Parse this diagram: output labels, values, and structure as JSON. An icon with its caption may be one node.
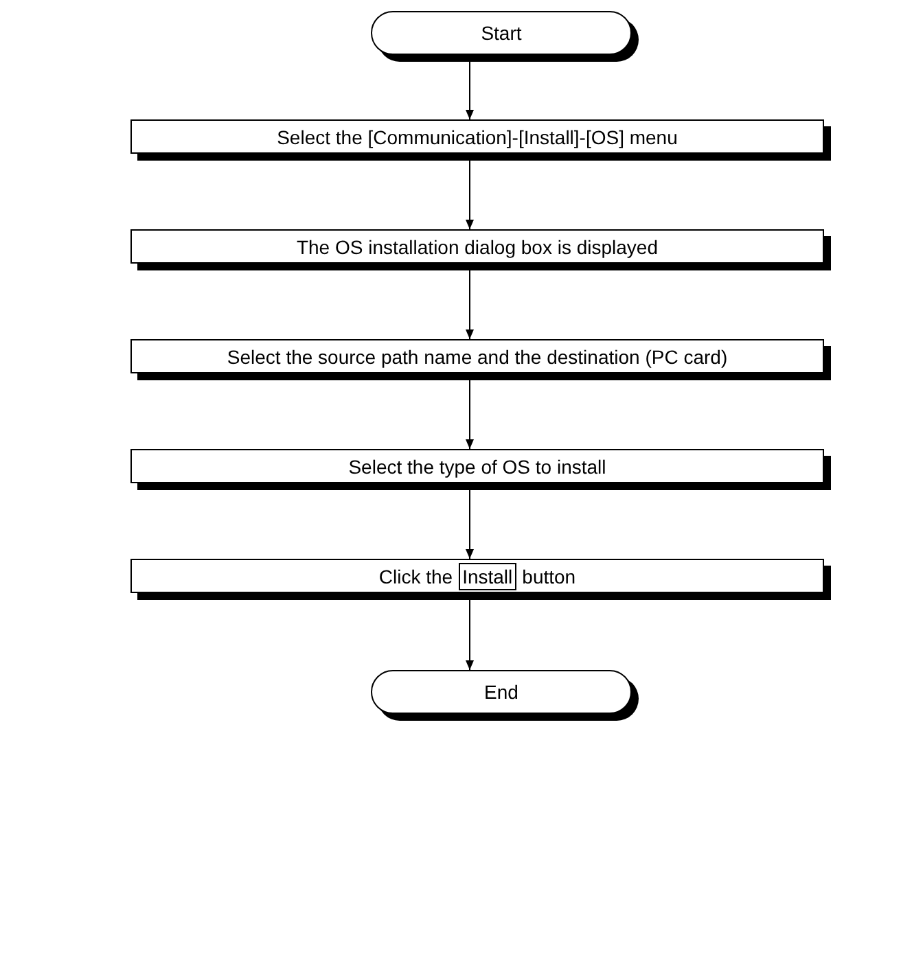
{
  "diagram": {
    "nodes": [
      {
        "text": [
          "Start"
        ]
      },
      {
        "text": [
          "Select the [Communication]-[Install]-[OS] menu"
        ]
      },
      {
        "text": [
          "The OS installation dialog box is displayed"
        ]
      },
      {
        "text": [
          "Select the source path name and the destination (PC card)"
        ]
      },
      {
        "text": [
          "Select the type of OS to install"
        ]
      },
      {
        "text": [
          "Click the",
          "button"
        ]
      },
      {
        "text": [
          "Install"
        ],
        "in": 5
      },
      {
        "text": [
          "End"
        ]
      }
    ],
    "edges": [
      {
        "from": 0,
        "to": 1,
        "arrow": "to"
      },
      {
        "from": 1,
        "to": 2,
        "arrow": "to"
      },
      {
        "from": 2,
        "to": 3,
        "arrow": "to"
      },
      {
        "from": 3,
        "to": 4,
        "arrow": "to"
      },
      {
        "from": 4,
        "to": 5,
        "arrow": "to"
      },
      {
        "from": 5,
        "to": 7,
        "arrow": "to"
      }
    ]
  }
}
